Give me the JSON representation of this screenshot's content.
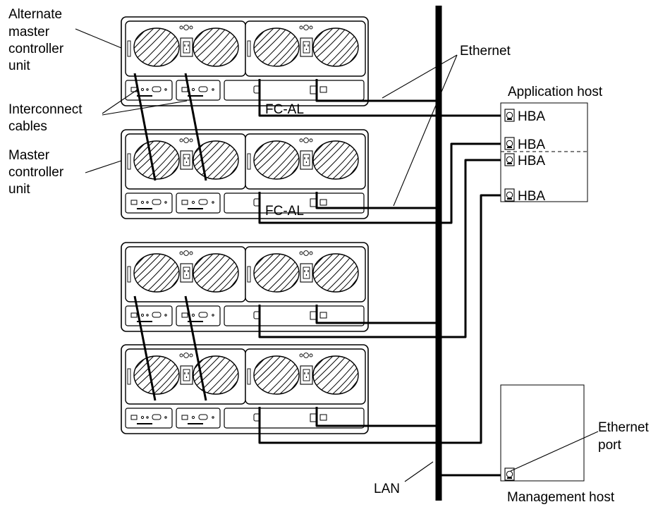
{
  "labels": {
    "alternate_master": [
      "Alternate",
      "master",
      "controller",
      "unit"
    ],
    "interconnect": [
      "Interconnect",
      "cables"
    ],
    "master": [
      "Master",
      "controller",
      "unit"
    ],
    "ethernet": "Ethernet",
    "fcal_top": "FC-AL",
    "fcal_mid": "FC-AL",
    "application_host": "Application host",
    "hba": [
      "HBA",
      "HBA",
      "HBA",
      "HBA"
    ],
    "ethernet_port": [
      "Ethernet",
      "port"
    ],
    "management_host": "Management host",
    "lan": "LAN"
  },
  "units": [
    {
      "role": "alternate-master-controller"
    },
    {
      "role": "master-controller"
    },
    {
      "role": "expansion"
    },
    {
      "role": "expansion"
    }
  ]
}
